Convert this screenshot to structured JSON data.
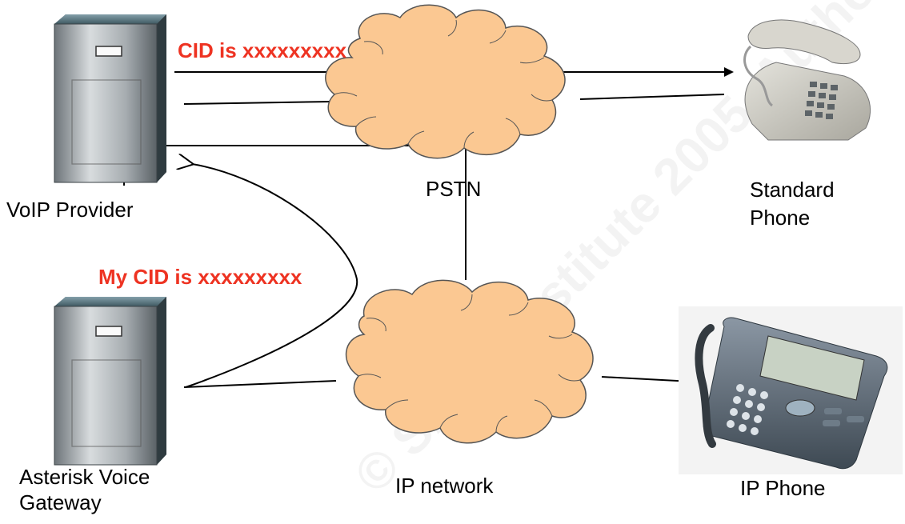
{
  "diagram": {
    "nodes": {
      "voip_provider": "VoIP Provider",
      "asterisk_gateway_line1": "Asterisk Voice",
      "asterisk_gateway_line2": "Gateway",
      "pstn": "PSTN",
      "ip_network": "IP network",
      "standard_phone_line1": "Standard",
      "standard_phone_line2": "Phone",
      "ip_phone": "IP Phone"
    },
    "messages": {
      "provider_to_phone": "CID is xxxxxxxxx",
      "gateway_to_provider": "My CID is xxxxxxxxx"
    },
    "colors": {
      "alert_text": "#ee3322",
      "cloud_fill": "#fbc892",
      "server_body": "#a8aeb2",
      "server_top": "#5f7a85"
    },
    "icons": [
      "server-icon",
      "cloud-icon",
      "desk-phone-icon",
      "ip-phone-icon"
    ]
  }
}
